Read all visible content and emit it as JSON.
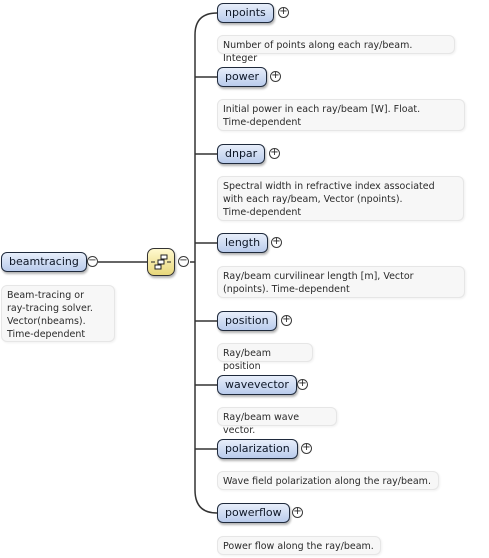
{
  "root": {
    "label": "beamtracing",
    "toggle": "−",
    "doc": "Beam-tracing or\nray-tracing solver.\nVector(nbeams).\nTime-dependent"
  },
  "compositor": {
    "icon": "sequence-compositor-icon",
    "toggle": "−"
  },
  "children": [
    {
      "label": "npoints",
      "toggle": "+",
      "doc": "Number of points along each ray/beam. Integer"
    },
    {
      "label": "power",
      "toggle": "+",
      "doc": "Initial power in each ray/beam [W]. Float.\nTime-dependent"
    },
    {
      "label": "dnpar",
      "toggle": "+",
      "doc": "Spectral width in refractive index associated\nwith each ray/beam, Vector (npoints).\nTime-dependent"
    },
    {
      "label": "length",
      "toggle": "+",
      "doc": "Ray/beam curvilinear length [m], Vector\n(npoints). Time-dependent"
    },
    {
      "label": "position",
      "toggle": "+",
      "doc": "Ray/beam position"
    },
    {
      "label": "wavevector",
      "toggle": "+",
      "doc": "Ray/beam wave vector."
    },
    {
      "label": "polarization",
      "toggle": "+",
      "doc": "Wave field polarization along the ray/beam."
    },
    {
      "label": "powerflow",
      "toggle": "+",
      "doc": "Power flow along the ray/beam."
    }
  ]
}
